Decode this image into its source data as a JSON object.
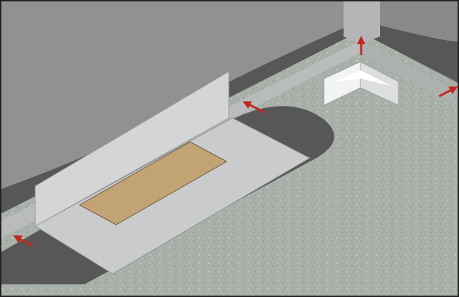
{
  "illustration": {
    "subject": "membrane-corner-installation",
    "colors": {
      "wall": "#8f9193",
      "wall_shadow": "#7e8082",
      "floor": "#a9b0aa",
      "floor_speckle": "#c6ccc5",
      "membrane_dark": "#575757",
      "sheet_light": "#c9cbcd",
      "sheet_panel": "#d3d5d6",
      "tape_strip": "#b9bbbd",
      "adhesive_pad": "#c2a374",
      "corner_piece": "#f2f3f4",
      "arrow": "#c2281e",
      "frame": "#222222"
    },
    "arrows": [
      {
        "name": "arrow-left-bottom",
        "direction": "left"
      },
      {
        "name": "arrow-left-middle",
        "direction": "left"
      },
      {
        "name": "arrow-up-corner",
        "direction": "up"
      },
      {
        "name": "arrow-right-wall",
        "direction": "up-right"
      }
    ]
  }
}
